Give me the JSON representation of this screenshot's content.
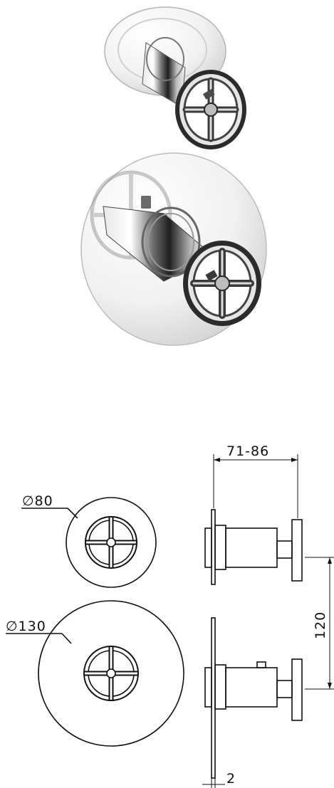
{
  "dimensions": {
    "small_plate_diameter": "∅80",
    "large_plate_diameter": "∅130",
    "depth_range": "71-86",
    "handle_spacing": "120",
    "plate_thickness": "2"
  },
  "colors": {
    "chrome_light": "#f4f4f4",
    "chrome_mid": "#b9b9b9",
    "chrome_dark": "#2a2a2a",
    "line": "#111111"
  }
}
